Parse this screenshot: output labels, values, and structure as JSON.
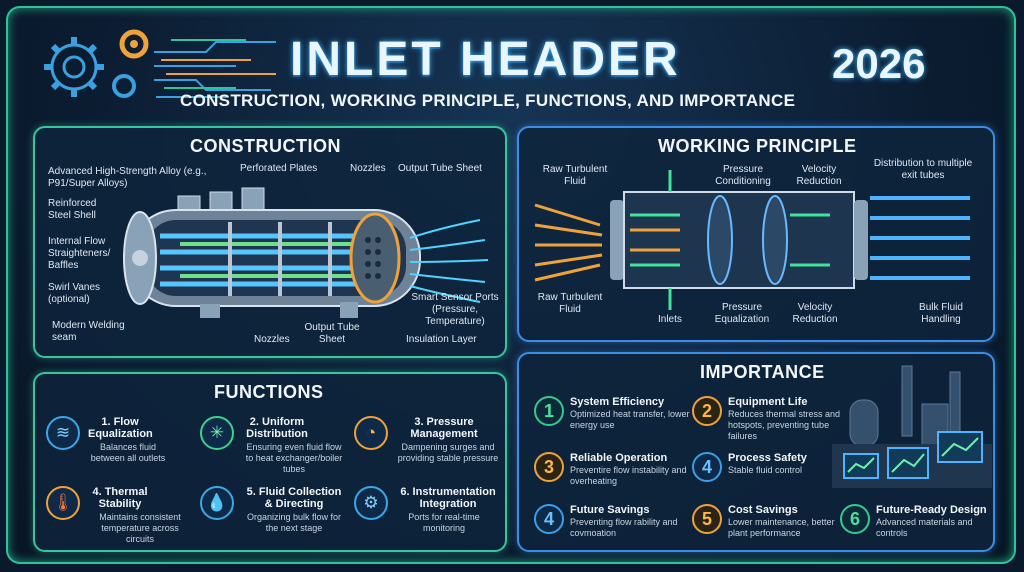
{
  "header": {
    "title": "INLET HEADER",
    "year": "2026",
    "subtitle": "CONSTRUCTION, WORKING PRINCIPLE, FUNCTIONS, AND IMPORTANCE"
  },
  "construction": {
    "title": "CONSTRUCTION",
    "labels": {
      "alloy": "Advanced High-Strength Alloy (e.g., P91/Super Alloys)",
      "perforated": "Perforated Plates",
      "nozzles_top": "Nozzles",
      "output_tube_sheet_top": "Output Tube Sheet",
      "shell": "Reinforced Steel Shell",
      "straighteners": "Internal Flow Straighteners/ Baffles",
      "swirl": "Swirl Vanes (optional)",
      "welding": "Modern Welding seam",
      "nozzles_bottom": "Nozzles",
      "output_tube_sheet_bottom": "Output Tube Sheet",
      "sensor": "Smart Sensor Ports (Pressure, Temperature)",
      "insulation": "Insulation Layer"
    }
  },
  "working": {
    "title": "WORKING PRINCIPLE",
    "labels": {
      "raw_top": "Raw Turbulent Fluid",
      "pressure_cond": "Pressure Conditioning",
      "velocity_red_top": "Velocity Reduction",
      "distribution": "Distribution to multiple exit tubes",
      "raw_bottom": "Raw Turbulent Fluid",
      "inlets": "Inlets",
      "pressure_eq": "Pressure Equalization",
      "velocity_red_bottom": "Velocity Reduction",
      "bulk": "Bulk Fluid Handling"
    }
  },
  "functions": {
    "title": "FUNCTIONS",
    "items": [
      {
        "title": "1. Flow Equalization",
        "desc": "Balances fluid between all outlets",
        "icon": "wind-icon"
      },
      {
        "title": "2. Uniform Distribution",
        "desc": "Ensuring even fluid flow to heat exchanger/boiler tubes",
        "icon": "distribution-icon"
      },
      {
        "title": "3. Pressure Management",
        "desc": "Dampening surges and providing stable pressure",
        "icon": "gauge-icon"
      },
      {
        "title": "4. Thermal Stability",
        "desc": "Maintains consistent temperature across circuits",
        "icon": "thermometer-icon"
      },
      {
        "title": "5. Fluid Collection & Directing",
        "desc": "Organizing bulk flow for the next stage",
        "icon": "droplet-icon"
      },
      {
        "title": "6. Instrumentation Integration",
        "desc": "Ports for real-time monitoring",
        "icon": "gear-icon"
      }
    ]
  },
  "importance": {
    "title": "IMPORTANCE",
    "items": [
      {
        "num": "1",
        "title": "System Efficiency",
        "desc": "Optimized heat transfer, lower energy use"
      },
      {
        "num": "2",
        "title": "Equipment Life",
        "desc": "Reduces thermal stress and hotspots, preventing tube failures"
      },
      {
        "num": "3",
        "title": "Reliable Operation",
        "desc": "Preventire flow instability and overheating"
      },
      {
        "num": "4",
        "title": "Process Safety",
        "desc": "Stable fluid control"
      },
      {
        "num": "4",
        "title": "Future Savings",
        "desc": "Preventing flow rability and covmoation"
      },
      {
        "num": "5",
        "title": "Cost Savings",
        "desc": "Lower maintenance, better plant performance"
      },
      {
        "num": "6",
        "title": "Future-Ready Design",
        "desc": "Advanced materials and controls"
      }
    ]
  },
  "colors": {
    "accent_green": "#35c79d",
    "accent_blue": "#3b8ee6",
    "accent_orange": "#f0a23a"
  }
}
